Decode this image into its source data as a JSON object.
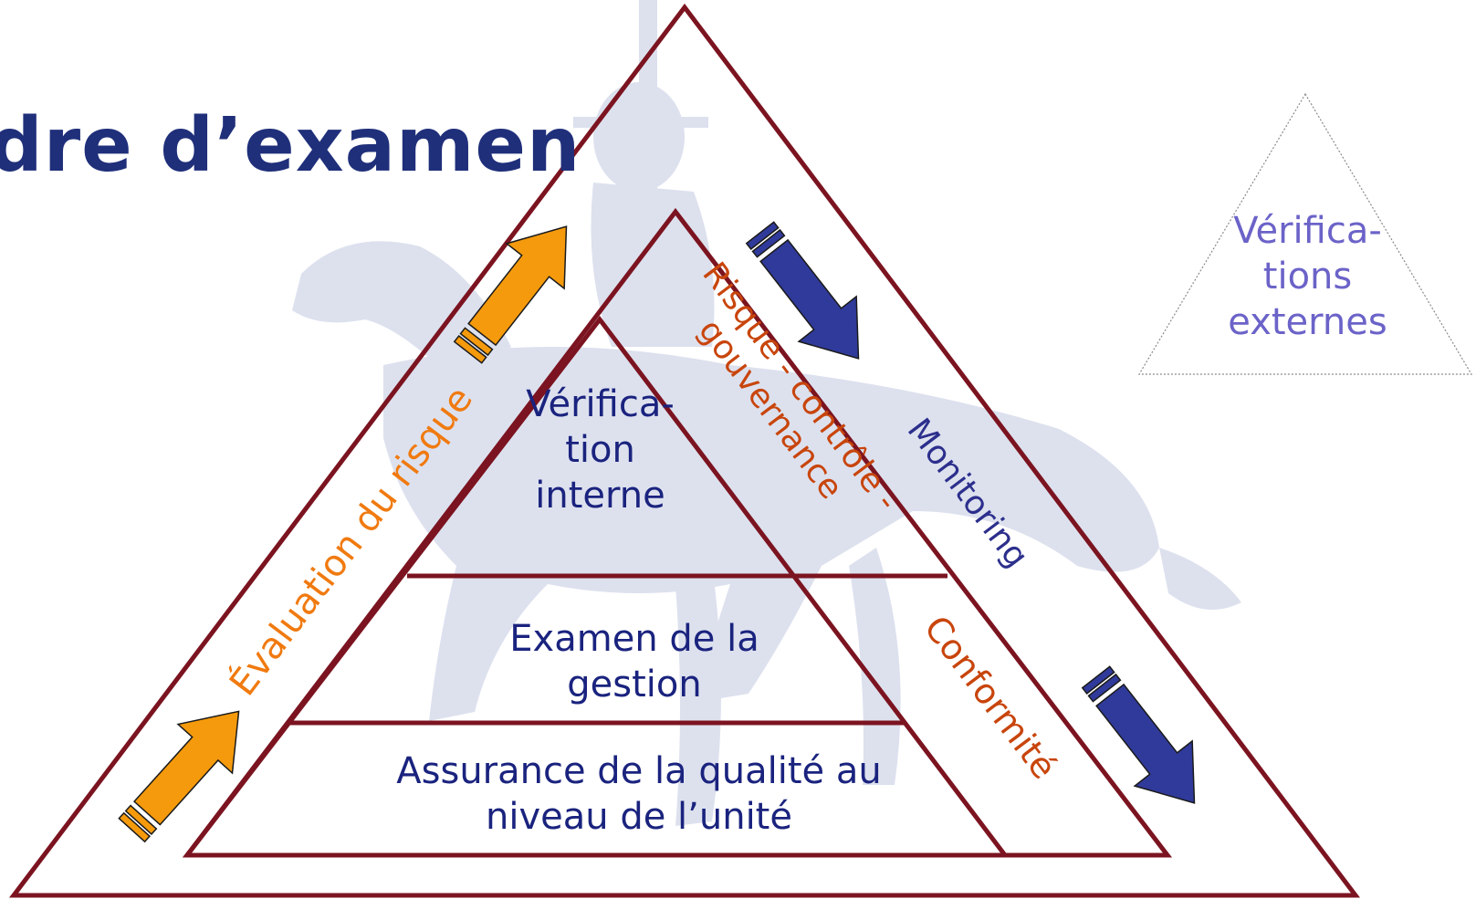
{
  "title": "dre d’examen",
  "levels": {
    "top": "Vérifica-\ntion\ninterne",
    "middle": "Examen de la\ngestion",
    "bottom": "Assurance de la qualité au\nniveau de l’unité"
  },
  "side_labels": {
    "risk_assessment": "Évaluation du risque",
    "governance": "Risque - contrôle -\ngouvernance",
    "monitoring": "Monitoring",
    "compliance": "Conformité"
  },
  "external": "Vérifica-\ntions\nexternes",
  "colors": {
    "title": "#1f2f7a",
    "outline": "#7b1420",
    "orange_text": "#f07a10",
    "dark_orange_text": "#c8450c",
    "blue_text": "#1a237e",
    "monitor_text": "#2c2f8c",
    "external_text": "#6b63c8",
    "arrow_orange": "#f59a0c",
    "arrow_blue": "#303a9a",
    "watermark": "#dde1ee"
  }
}
